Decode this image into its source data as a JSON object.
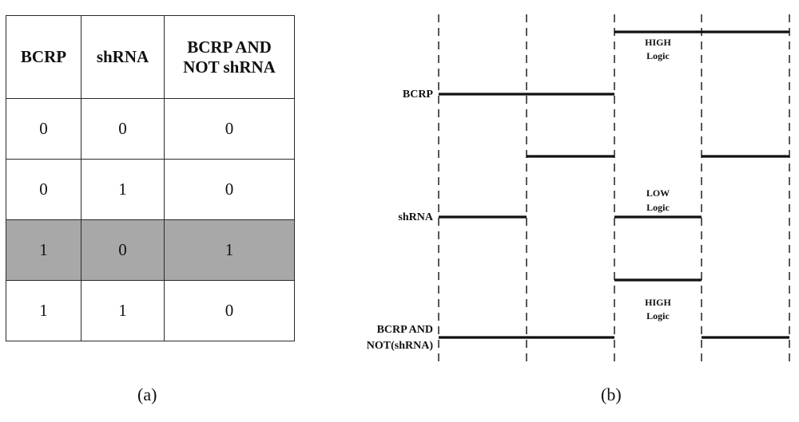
{
  "table": {
    "headers": [
      "BCRP",
      "shRNA",
      "BCRP AND NOT shRNA"
    ],
    "rows": [
      [
        "0",
        "0",
        "0"
      ],
      [
        "0",
        "1",
        "0"
      ],
      [
        "1",
        "0",
        "1"
      ],
      [
        "1",
        "1",
        "0"
      ]
    ],
    "highlight_row": 2,
    "highlight_color": "#a8a8a8"
  },
  "captions": {
    "a": "(a)",
    "b": "(b)"
  },
  "timing": {
    "signals": [
      {
        "label_lines": [
          "BCRP"
        ],
        "levels": [
          0,
          0,
          1,
          1
        ]
      },
      {
        "label_lines": [
          "shRNA"
        ],
        "levels": [
          0,
          1,
          0,
          1
        ]
      },
      {
        "label_lines": [
          "BCRP AND",
          "NOT(shRNA)"
        ],
        "levels": [
          0,
          0,
          1,
          0
        ]
      }
    ],
    "annotations": [
      {
        "lines": [
          "HIGH",
          "Logic"
        ],
        "signal": 0
      },
      {
        "lines": [
          "LOW",
          "Logic"
        ],
        "signal": 1
      },
      {
        "lines": [
          "HIGH",
          "Logic"
        ],
        "signal": 2
      }
    ],
    "line_color": "#111111"
  }
}
